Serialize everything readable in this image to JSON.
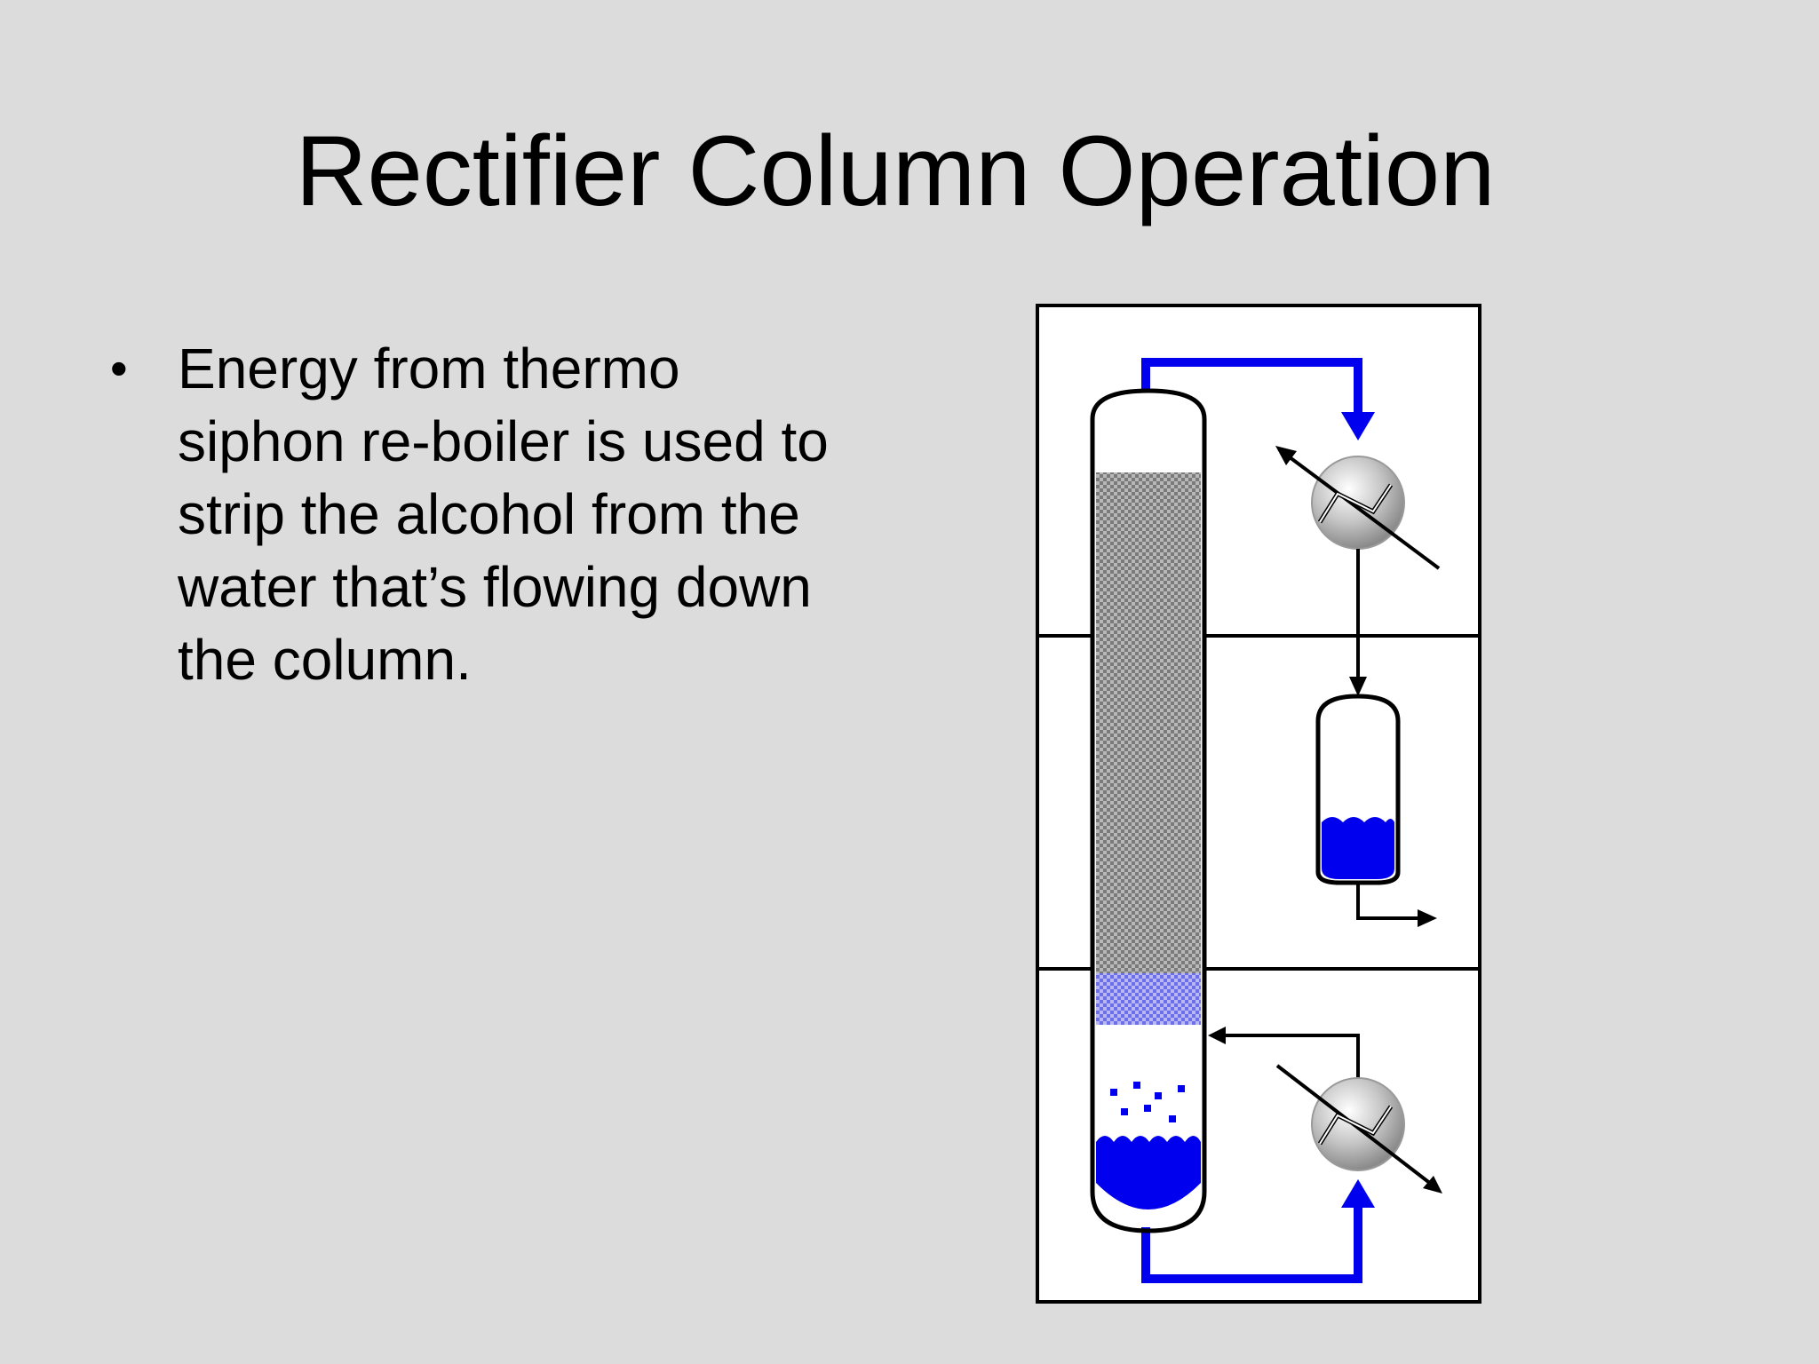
{
  "slide": {
    "title": "Rectifier Column Operation",
    "bullets": [
      {
        "lines": [
          "Energy from thermo",
          "siphon re-boiler is used to",
          "strip the alcohol from the",
          "water that’s flowing down",
          "the column."
        ]
      }
    ]
  },
  "diagram": {
    "components": [
      "rectifier-column",
      "condenser",
      "reflux-drum",
      "thermosiphon-reboiler"
    ],
    "colors": {
      "liquid": "#0000ee",
      "packing": "#9a9a9a",
      "lines": "#000000",
      "vessel_fill": "#ffffff",
      "exchanger": "#c8c8c8"
    },
    "icons": {
      "bullet": "•"
    }
  }
}
